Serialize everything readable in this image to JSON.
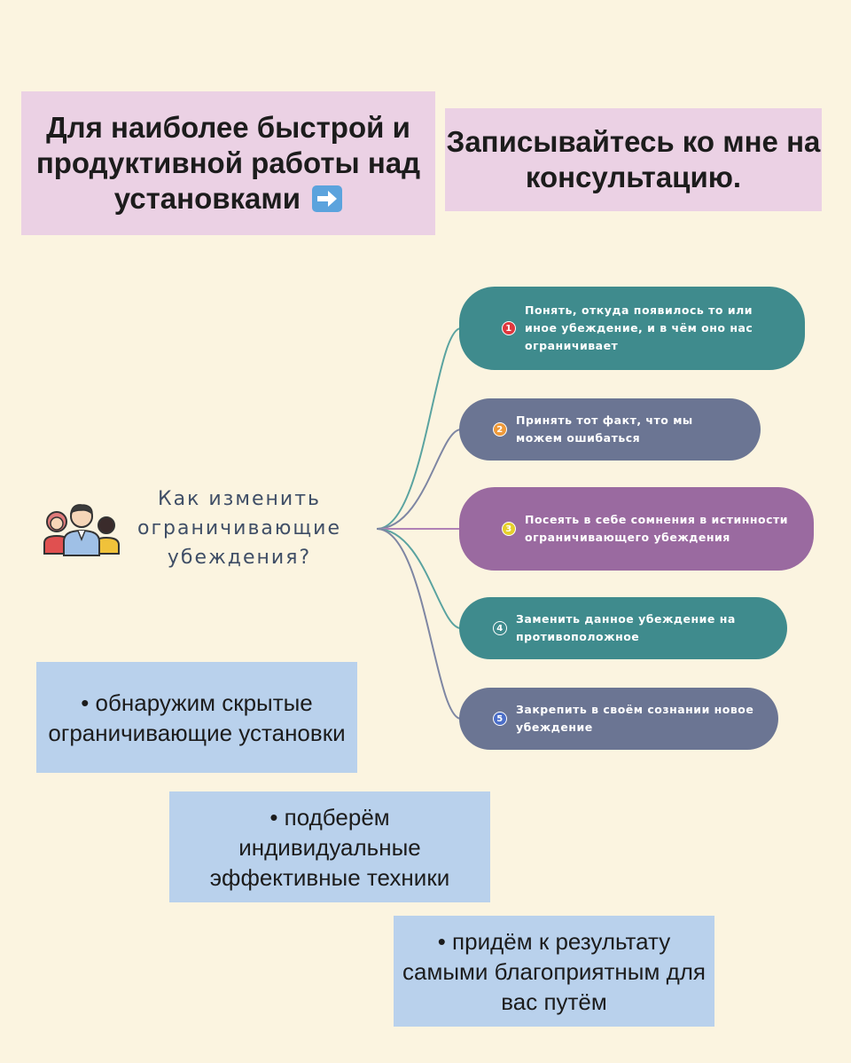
{
  "header": {
    "left_text": "Для наиболее быстрой и продуктивной работы над установками",
    "left_arrow_icon": "right-arrow-emoji-icon",
    "right_text": "Записывайтесь ко мне на консультацию."
  },
  "mindmap": {
    "center_title": "Как изменить ограничивающие убеждения?",
    "center_icon": "people-group-icon",
    "nodes": [
      {
        "num": "1",
        "text": "Понять, откуда появилось то или иное убеждение, и в чём оно нас ограничивает",
        "color": "#3f8b8d",
        "badge_color": "#e0383e"
      },
      {
        "num": "2",
        "text": "Принять тот факт, что мы можем ошибаться",
        "color": "#6b7593",
        "badge_color": "#ef9a3a"
      },
      {
        "num": "3",
        "text": "Посеять в себе сомнения в истинности ограничивающего убеждения",
        "color": "#9a6aa0",
        "badge_color": "#e6d02c"
      },
      {
        "num": "4",
        "text": "Заменить данное убеждение на противоположное",
        "color": "#3f8b8d",
        "badge_color": "#3f8b8d"
      },
      {
        "num": "5",
        "text": "Закрепить в своём сознании новое убеждение",
        "color": "#6b7593",
        "badge_color": "#4c6fc9"
      }
    ]
  },
  "bullets": [
    "• обнаружим скрытые ограничивающие установки",
    "• подберём индивидуальные эффективные техники",
    "• придём к результату самыми благоприятным для вас путём"
  ]
}
